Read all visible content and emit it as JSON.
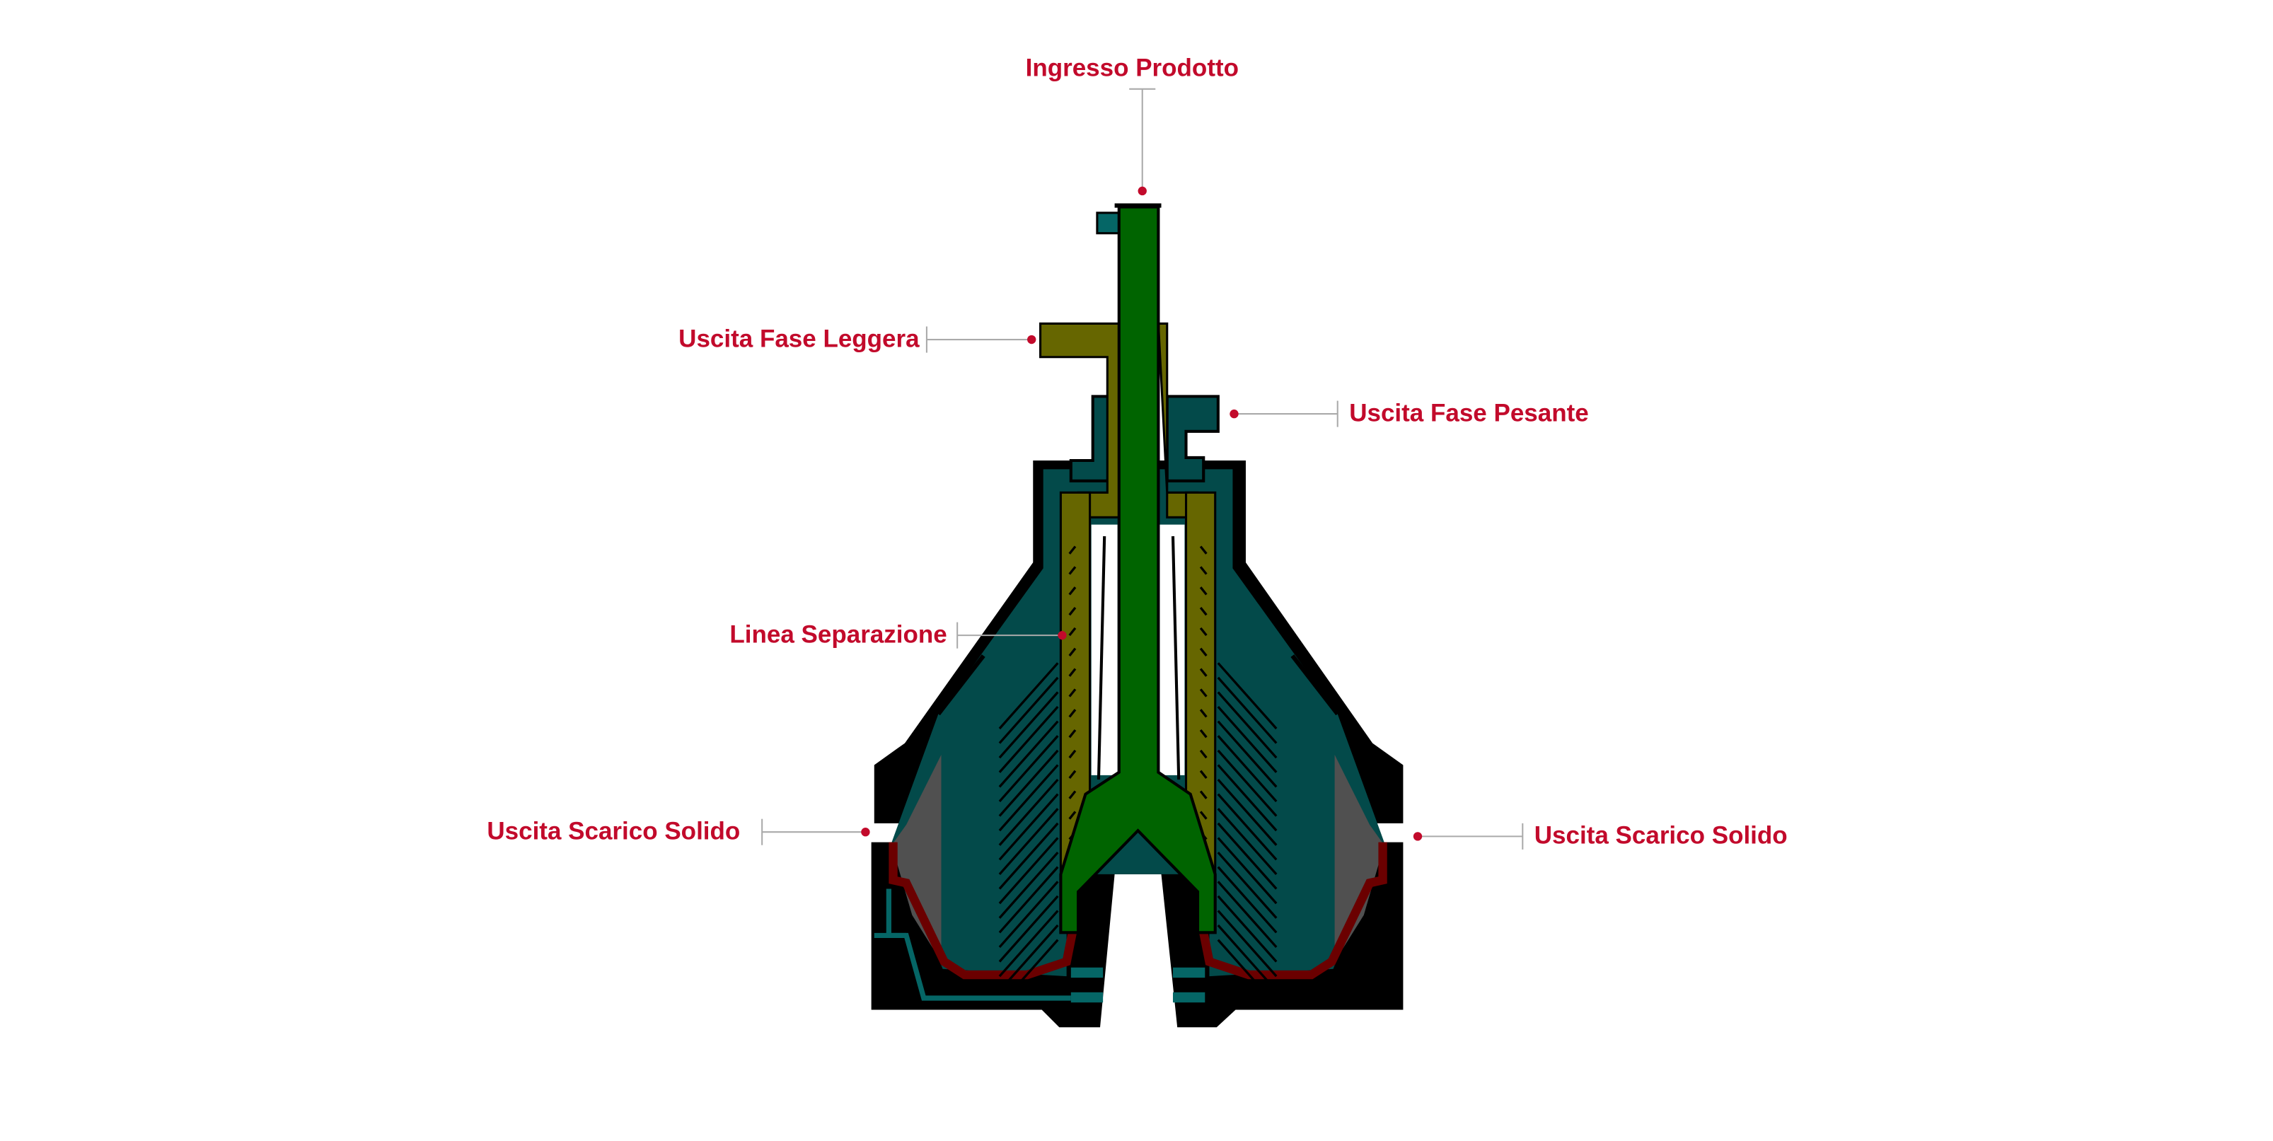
{
  "title": "Centrifugal separator cross-section",
  "colors": {
    "label": "#c20a2b",
    "housing": "#000000",
    "bowl": "#034a4a",
    "product_feed": "#006400",
    "light_phase": "#666600",
    "heavy_phase_pipe": "#056666",
    "solids_liner": "#6b0000",
    "solids_chamber": "#505050"
  },
  "labels": {
    "inlet": "Ingresso Prodotto",
    "light_outlet": "Uscita Fase Leggera",
    "heavy_outlet": "Uscita Fase Pesante",
    "separation_line": "Linea Separazione",
    "solid_discharge_left": "Uscita Scarico Solido",
    "solid_discharge_right": "Uscita Scarico Solido"
  }
}
